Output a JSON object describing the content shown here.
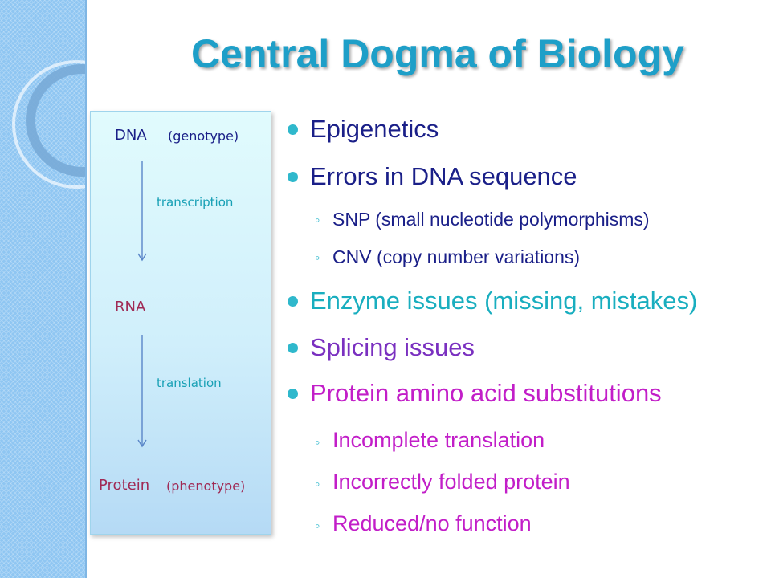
{
  "title": "Central Dogma of Biology",
  "diagram": {
    "dna": "DNA",
    "genotype": "(genotype)",
    "transcription": "transcription",
    "rna": "RNA",
    "translation": "translation",
    "protein": "Protein",
    "phenotype": "(phenotype)"
  },
  "bullets": {
    "epigenetics": "Epigenetics",
    "errors_dna": "Errors in DNA sequence",
    "snp": "SNP (small nucleotide polymorphisms)",
    "cnv": "CNV (copy number variations)",
    "enzyme": "Enzyme issues (missing, mistakes)",
    "splicing": "Splicing issues",
    "protein_subs": "Protein amino acid substitutions",
    "incomplete": "Incomplete translation",
    "folded": "Incorrectly folded protein",
    "reduced": "Reduced/no function"
  },
  "colors": {
    "title": "#1e9fc8",
    "blue_text": "#1a1f88",
    "teal_text": "#19aebf",
    "purple_text": "#7a30c0",
    "magenta_text": "#c21ec8",
    "dot_teal": "#2fb8cc"
  }
}
